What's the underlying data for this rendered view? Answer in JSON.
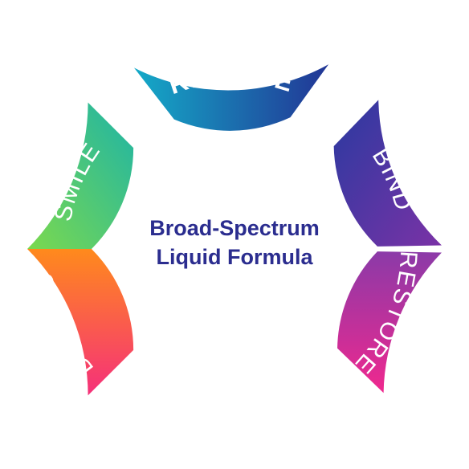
{
  "center": {
    "line1": "Broad-Spectrum",
    "line2": "Liquid Formula"
  },
  "segments": [
    {
      "id": "defend",
      "label": "DEFEND",
      "colors": [
        "#f5307a",
        "#ff8a1c"
      ]
    },
    {
      "id": "smile",
      "label": "SMILE",
      "colors": [
        "#7bd94e",
        "#1eb4a6"
      ]
    },
    {
      "id": "remove",
      "label": "REMOVE",
      "colors": [
        "#14aac8",
        "#223595"
      ]
    },
    {
      "id": "bind",
      "label": "BIND",
      "colors": [
        "#2a3aa0",
        "#7a32a6"
      ]
    },
    {
      "id": "restore",
      "label": "RESTORE",
      "colors": [
        "#8b3aa8",
        "#f0288e"
      ]
    }
  ]
}
